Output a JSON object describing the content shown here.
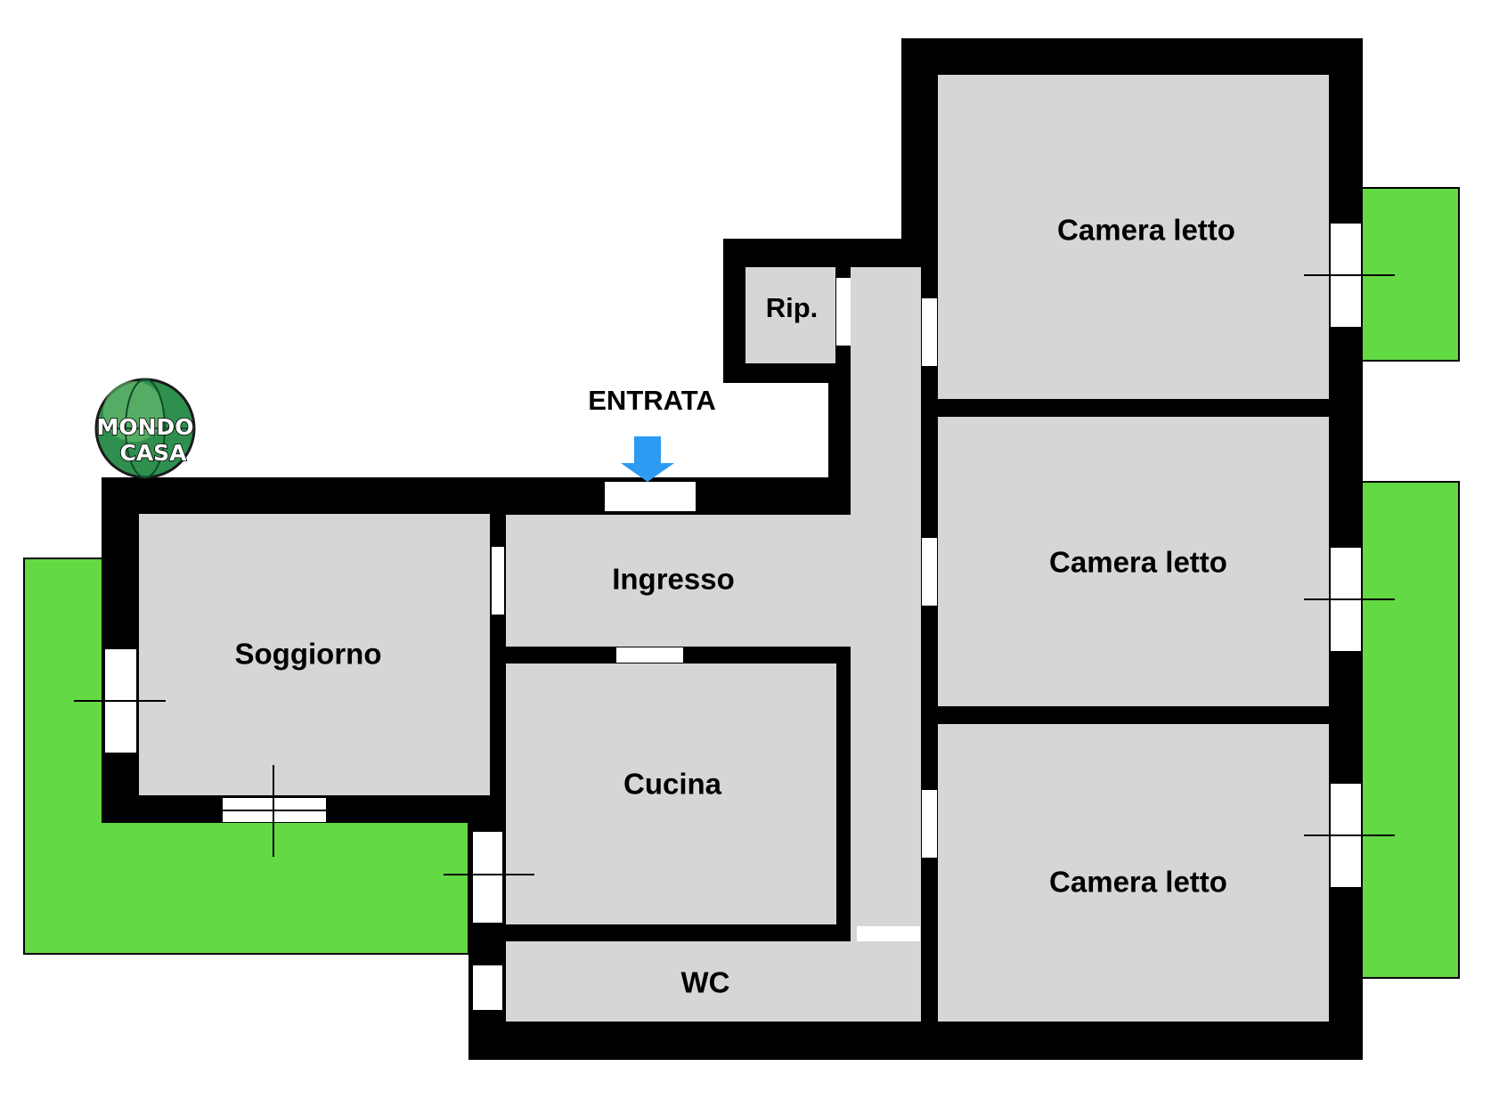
{
  "logo": {
    "line1": "MONDO",
    "line2": "CASA"
  },
  "entrance": {
    "label": "ENTRATA",
    "arrow_color": "#2E9BF2"
  },
  "rooms": {
    "soggiorno": "Soggiorno",
    "ingresso": "Ingresso",
    "cucina": "Cucina",
    "wc": "WC",
    "ripostiglio": "Rip.",
    "camera_1": "Camera letto",
    "camera_2": "Camera letto",
    "camera_3": "Camera letto"
  },
  "colors": {
    "wall": "#000000",
    "room_fill": "#D6D6D6",
    "terrace": "#63D944",
    "opening": "#FFFFFF"
  }
}
